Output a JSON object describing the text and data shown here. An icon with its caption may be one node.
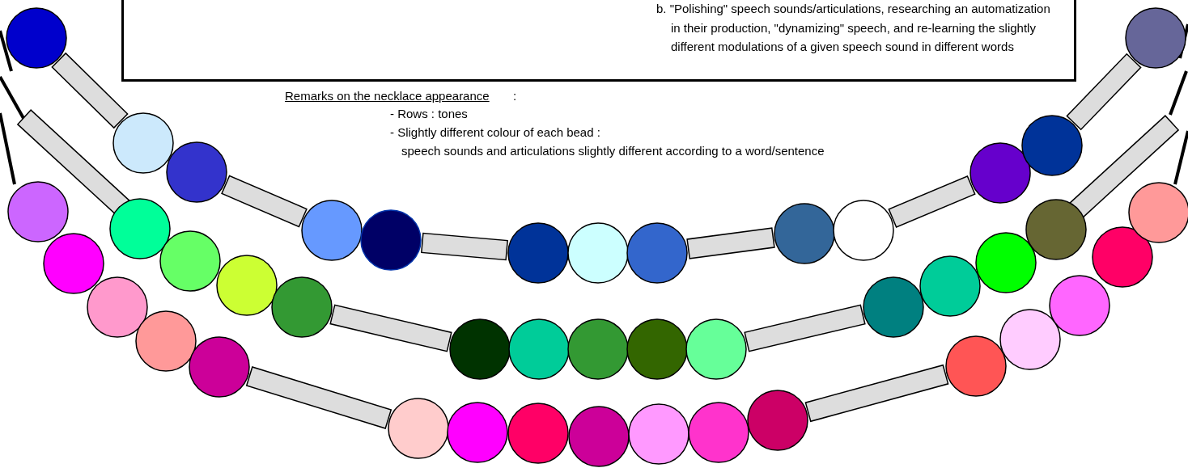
{
  "diagram": {
    "nodes": [
      {
        "text": [
          "b. \"Polishing\" speech sounds/articulations, researching an automatization in their production, \"dynamizing\" speech, and re-learning the slightly different modulations of a given speech sound in different words"
        ]
      }
    ],
    "labels": [
      "Remarks on the necklace appearance",
      ":",
      "- Rows : tones",
      "- Slightly different colour of each bead :",
      "speech sounds and articulations slightly different according to a word/sentence"
    ]
  }
}
